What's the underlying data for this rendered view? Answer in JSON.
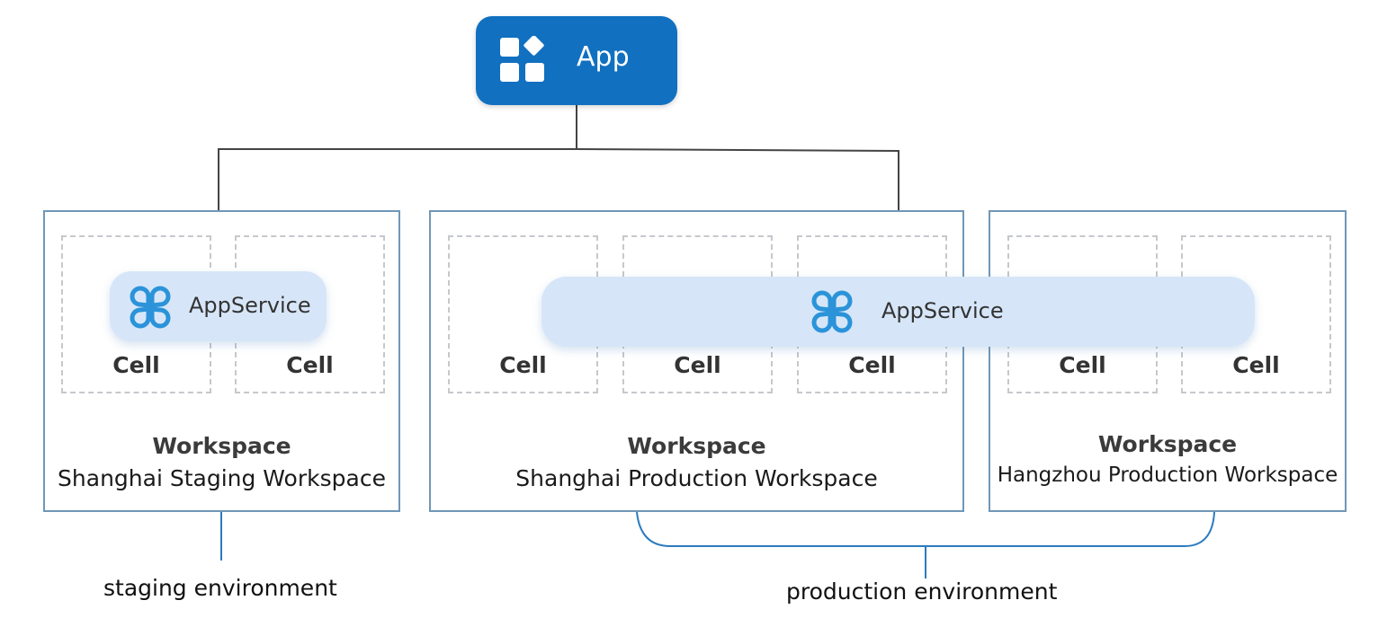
{
  "app": {
    "label": "App",
    "icon": "grid-diamond-icon",
    "color": "#1170c0"
  },
  "workspaces": [
    {
      "type": "Workspace",
      "name": "Shanghai Staging Workspace",
      "cells": [
        "Cell",
        "Cell"
      ]
    },
    {
      "type": "Workspace",
      "name": "Shanghai Production Workspace",
      "cells": [
        "Cell",
        "Cell",
        "Cell"
      ]
    },
    {
      "type": "Workspace",
      "name": "Hangzhou Production Workspace",
      "cells": [
        "Cell",
        "Cell"
      ]
    }
  ],
  "appservices": [
    {
      "label": "AppService",
      "icon": "clover-icon"
    },
    {
      "label": "AppService",
      "icon": "clover-icon"
    }
  ],
  "environments": {
    "staging": "staging environment",
    "production": "production environment"
  },
  "colors": {
    "workspace_border": "#6f97b8",
    "appservice_fill": "#d6e6f8",
    "icon_blue": "#2b93d9",
    "connector": "#444444",
    "bracket": "#2b7bbf"
  }
}
